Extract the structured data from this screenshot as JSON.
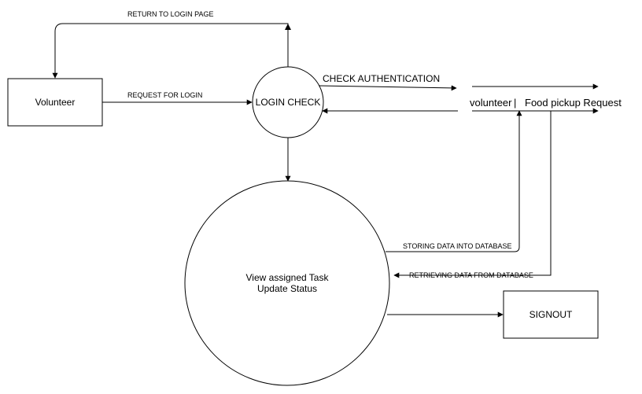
{
  "entities": {
    "volunteer": "Volunteer",
    "signout": "SIGNOUT"
  },
  "processes": {
    "login_check": "LOGIN CHECK",
    "task_line1": "View assigned Task",
    "task_line2": "Update Status"
  },
  "datastore": {
    "left": "volunteer",
    "separator": "|",
    "right": "Food pickup Request"
  },
  "flows": {
    "return_to_login": "RETURN TO LOGIN PAGE",
    "request_for_login": "REQUEST FOR LOGIN",
    "check_authentication": "CHECK AUTHENTICATION",
    "storing_data": "STORING DATA INTO DATABASE",
    "retrieving_data": "RETRIEVING DATA FROM DATABASE"
  },
  "colors": {
    "stroke": "#000000",
    "background": "#ffffff"
  }
}
